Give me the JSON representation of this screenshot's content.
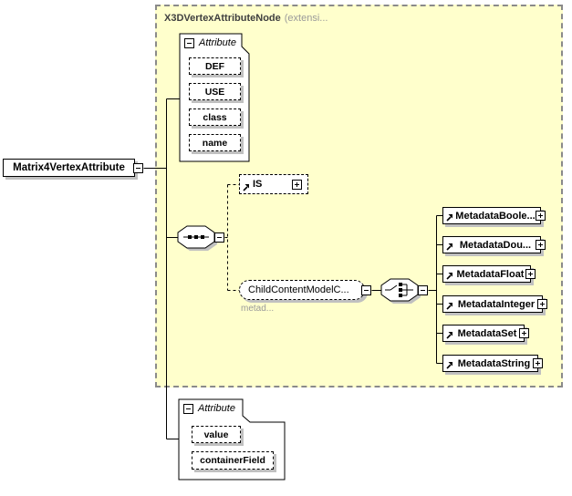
{
  "extension_block": {
    "title": "X3DVertexAttributeNode",
    "subtitle": "(extensi...",
    "fill": "#ffffcc",
    "border_color": "#8a8a8a"
  },
  "root_element": {
    "label": "Matrix4VertexAttribute"
  },
  "attribute_groups": {
    "top": {
      "label": "Attribute",
      "items": [
        "DEF",
        "USE",
        "class",
        "name"
      ]
    },
    "bottom": {
      "label": "Attribute",
      "items": [
        "value",
        "containerField"
      ]
    }
  },
  "is_element": {
    "label": "IS"
  },
  "child_content_model": {
    "label": "ChildContentModelC...",
    "annotation": "metad..."
  },
  "metadata_elements": [
    {
      "label": "MetadataBoole..."
    },
    {
      "label": "MetadataDou..."
    },
    {
      "label": "MetadataFloat"
    },
    {
      "label": "MetadataInteger"
    },
    {
      "label": "MetadataSet"
    },
    {
      "label": "MetadataString"
    }
  ],
  "colors": {
    "shadow": "#c0c0c0",
    "muted_text": "#9a9a9a",
    "line": "#000000"
  }
}
